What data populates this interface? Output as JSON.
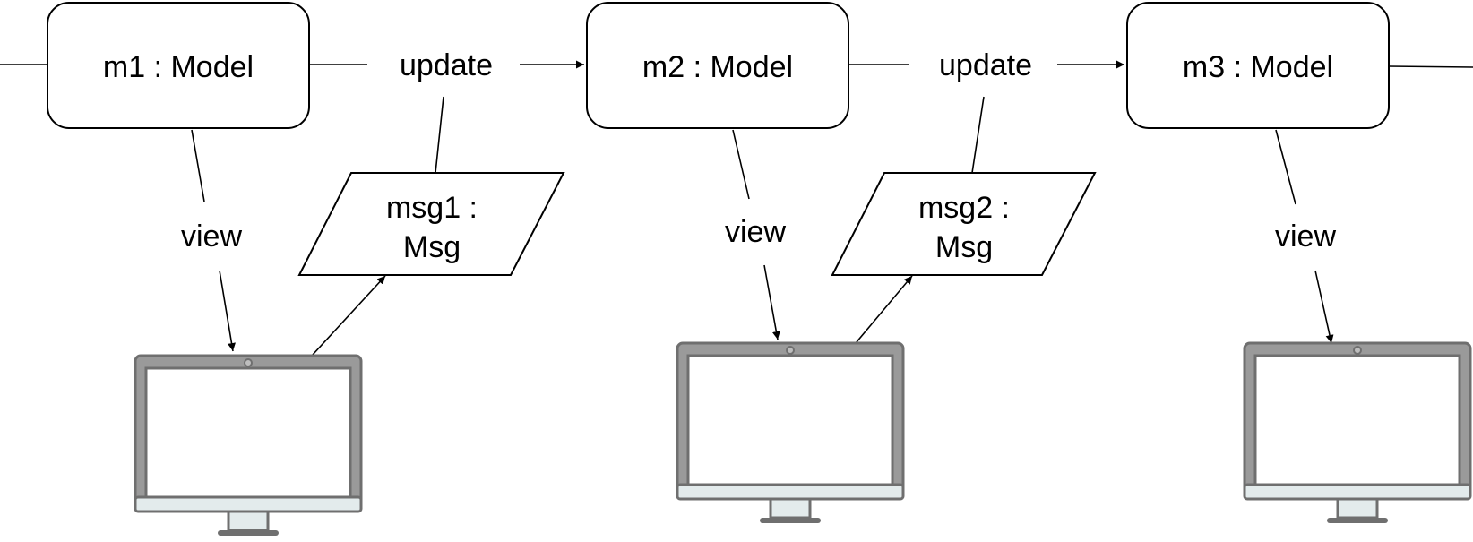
{
  "models": [
    {
      "label": "m1 : Model"
    },
    {
      "label": "m2 : Model"
    },
    {
      "label": "m3 : Model"
    }
  ],
  "update_labels": [
    "update",
    "update"
  ],
  "view_labels": [
    "view",
    "view",
    "view"
  ],
  "messages": [
    {
      "line1": "msg1 :",
      "line2": "Msg"
    },
    {
      "line1": "msg2 :",
      "line2": "Msg"
    }
  ],
  "monitors": [
    {
      "icon": "monitor-icon"
    },
    {
      "icon": "monitor-icon"
    },
    {
      "icon": "monitor-icon"
    }
  ],
  "colors": {
    "stroke": "#000000",
    "monitor_frame": "#9a9a9a",
    "monitor_outline": "#6f6f6f",
    "monitor_chin": "#e3ebec"
  }
}
